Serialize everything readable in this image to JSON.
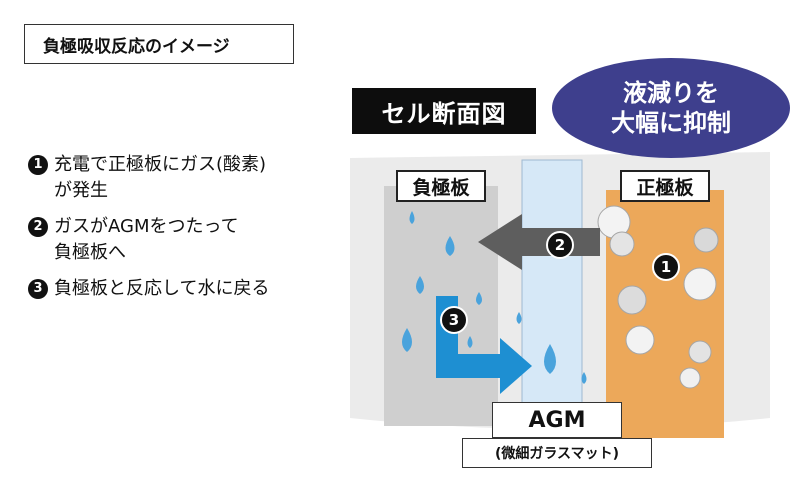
{
  "header": {
    "title": "負極吸収反応のイメージ"
  },
  "steps": [
    {
      "num": "1",
      "lines": [
        "充電で正極板にガス(酸素)",
        "が発生"
      ]
    },
    {
      "num": "2",
      "lines": [
        "ガスがAGMをつたって",
        "負極板へ"
      ]
    },
    {
      "num": "3",
      "lines": [
        "負極板と反応して水に戻る"
      ]
    }
  ],
  "diagram": {
    "cross_section_label": "セル断面図",
    "badge": {
      "line1": "液減りを",
      "line2": "大幅に抑制"
    },
    "negative_plate_label": "負極板",
    "positive_plate_label": "正極板",
    "agm_label": "AGM",
    "agm_sub_label": "(微細ガラスマット)",
    "markers": {
      "m1": "1",
      "m2": "2",
      "m3": "3"
    },
    "colors": {
      "negative_plate": "#cfcfcf",
      "agm": "#d6e8f7",
      "positive_plate": "#eca85a",
      "gas_arrow": "#5e5e5e",
      "water_arrow": "#1e8fd2",
      "water_drop": "#4aa3dc",
      "badge": "#3e3f8d"
    }
  }
}
